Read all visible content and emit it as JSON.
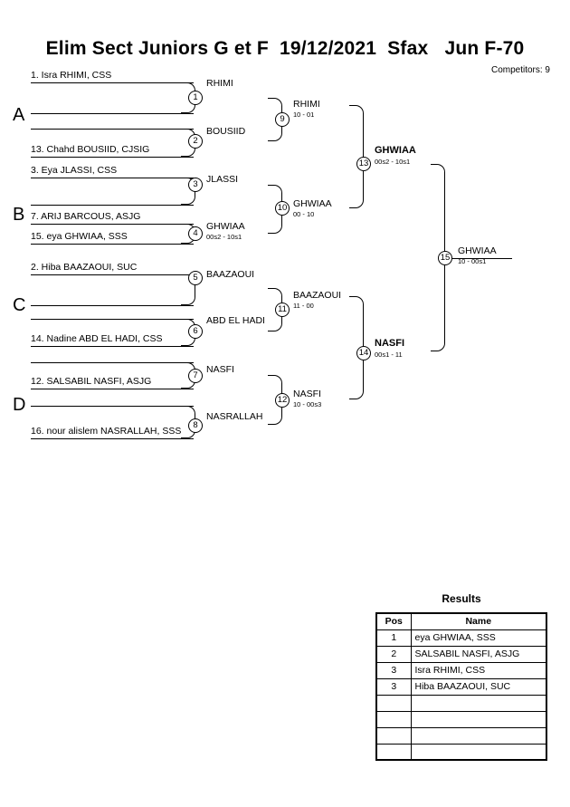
{
  "header": {
    "title": "Elim Sect Juniors G et F  19/12/2021  Sfax   Jun F-70",
    "competitors": "Competitors: 9"
  },
  "pools": [
    {
      "letter": "A"
    },
    {
      "letter": "B"
    },
    {
      "letter": "C"
    },
    {
      "letter": "D"
    }
  ],
  "entries": [
    {
      "label": "1. Isra RHIMI, CSS"
    },
    {
      "label": ""
    },
    {
      "label": "13. Chahd BOUSIID, CJSIG"
    },
    {
      "label": "3. Eya JLASSI, CSS"
    },
    {
      "label": ""
    },
    {
      "label": "7. ARIJ BARCOUS, ASJG"
    },
    {
      "label": "15. eya GHWIAA, SSS"
    },
    {
      "label": "2. Hiba BAAZAOUI, SUC"
    },
    {
      "label": ""
    },
    {
      "label": "14. Nadine ABD EL HADI, CSS"
    },
    {
      "label": ""
    },
    {
      "label": "12. SALSABIL NASFI, ASJG"
    },
    {
      "label": "16. nour alislem NASRALLAH, SSS"
    }
  ],
  "bouts": [
    {
      "num": "1",
      "winner": "RHIMI",
      "score": ""
    },
    {
      "num": "2",
      "winner": "BOUSIID",
      "score": ""
    },
    {
      "num": "3",
      "winner": "JLASSI",
      "score": ""
    },
    {
      "num": "4",
      "winner": "GHWIAA",
      "score": "00s2 - 10s1"
    },
    {
      "num": "5",
      "winner": "BAAZAOUI",
      "score": ""
    },
    {
      "num": "6",
      "winner": "ABD EL HADI",
      "score": ""
    },
    {
      "num": "7",
      "winner": "NASFI",
      "score": ""
    },
    {
      "num": "8",
      "winner": "NASRALLAH",
      "score": ""
    },
    {
      "num": "9",
      "winner": "RHIMI",
      "score": "10 - 01"
    },
    {
      "num": "10",
      "winner": "GHWIAA",
      "score": "00 - 10"
    },
    {
      "num": "11",
      "winner": "BAAZAOUI",
      "score": "11 - 00"
    },
    {
      "num": "12",
      "winner": "NASFI",
      "score": "10 - 00s3"
    },
    {
      "num": "13",
      "winner": "GHWIAA",
      "score": "00s2 - 10s1"
    },
    {
      "num": "14",
      "winner": "NASFI",
      "score": "00s1 - 11"
    },
    {
      "num": "15",
      "winner": "GHWIAA",
      "score": "10 - 00s1"
    }
  ],
  "results": {
    "title": "Results",
    "columns": [
      "Pos",
      "Name"
    ],
    "rows": [
      {
        "pos": "1",
        "name": "eya GHWIAA, SSS"
      },
      {
        "pos": "2",
        "name": "SALSABIL NASFI, ASJG"
      },
      {
        "pos": "3",
        "name": "Isra RHIMI, CSS"
      },
      {
        "pos": "3",
        "name": "Hiba BAAZAOUI, SUC"
      },
      {
        "pos": "",
        "name": ""
      },
      {
        "pos": "",
        "name": ""
      },
      {
        "pos": "",
        "name": ""
      },
      {
        "pos": "",
        "name": ""
      }
    ]
  }
}
